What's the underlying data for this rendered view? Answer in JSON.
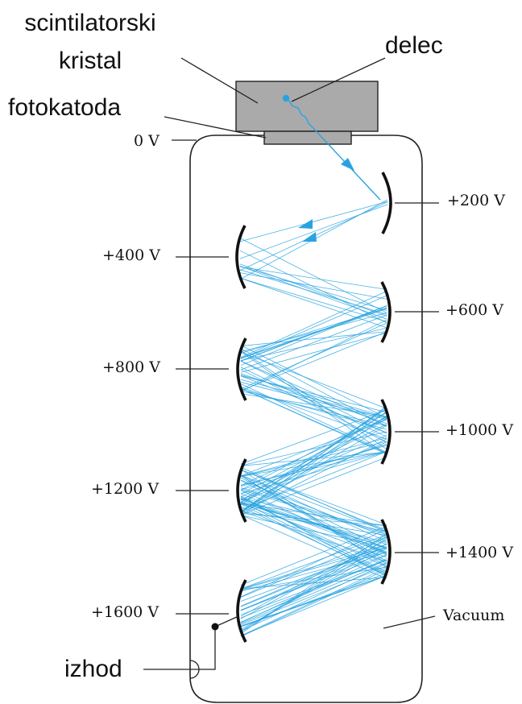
{
  "labels": {
    "scintillator_line1": "scintilatorski",
    "scintillator_line2": "kristal",
    "particle": "delec",
    "photocathode": "fotokatoda",
    "zero_v": "0 V",
    "output": "izhod",
    "vacuum": "Vacuum"
  },
  "dynodes": [
    {
      "id": "d1",
      "voltage": "+200 V"
    },
    {
      "id": "d2",
      "voltage": "+400 V"
    },
    {
      "id": "d3",
      "voltage": "+600 V"
    },
    {
      "id": "d4",
      "voltage": "+800 V"
    },
    {
      "id": "d5",
      "voltage": "+1000 V"
    },
    {
      "id": "d6",
      "voltage": "+1200 V"
    },
    {
      "id": "d7",
      "voltage": "+1400 V"
    },
    {
      "id": "d8",
      "voltage": "+1600 V"
    }
  ],
  "colors": {
    "electron": "#29a3e0",
    "crystal": "#aaaaaa",
    "outline": "#222222",
    "text": "#111111"
  }
}
